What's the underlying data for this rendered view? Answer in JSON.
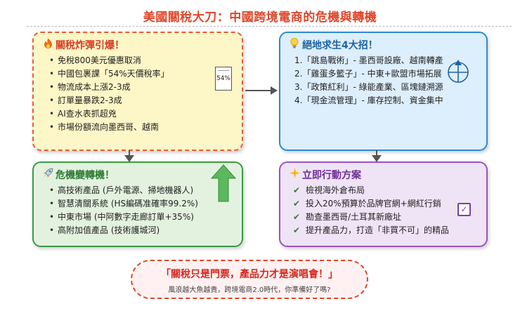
{
  "title": "美國關稅大刀：中國跨境電商的危機與轉機",
  "panels": {
    "impact": {
      "icon": "fire-icon",
      "heading": "關稅炸彈引爆！",
      "items": [
        "免稅800美元優惠取消",
        "中國包裹課「54%天價稅率」",
        "物流成本上漲2-3成",
        "訂單量暴跌2-3成",
        "AI查水表抓超兇",
        "市場份額流向墨西哥、越南"
      ],
      "badge_text": "54%"
    },
    "strategies": {
      "icon": "lightbulb-icon",
      "heading": "絕地求生4大招！",
      "items": [
        "1.「跳島戰術」- 墨西哥設廠、越南轉產",
        "2.「雞蛋多籃子」- 中東+歐盟市場拓展",
        "3.「政策紅利」- 綠能產業、區塊鏈溯源",
        "4.「現金流管理」- 庫存控制、資金集中"
      ]
    },
    "opportunity": {
      "icon": "rocket-icon",
      "heading": "危機變轉機！",
      "items": [
        "高技術產品 (戶外電源、掃地機器人)",
        "智慧清關系統 (HS編碼准確率99.2%)",
        "中東市場 (中阿數字走廊訂單+35%)",
        "高附加值產品 (技術護城河)"
      ]
    },
    "actions": {
      "icon": "sparkle-icon",
      "heading": "立即行動方案",
      "items": [
        "檢視海外倉布局",
        "投入20%預算於品牌官網+網紅行銷",
        "勘查墨西哥/土耳其新廠址",
        "提升產品力，打造「非買不可」的精品"
      ]
    }
  },
  "quote": {
    "main": "「關稅只是門票，產品力才是演唱會！」",
    "sub": "風浪越大魚越貴，跨境電商2.0時代，你準備好了嗎?"
  },
  "colors": {
    "title": "#e0462b",
    "impact_border": "#e95a3c",
    "strategies_border": "#2f88d4",
    "opportunity_border": "#3a9b43",
    "actions_border": "#9b52c1",
    "arrow": "#555555",
    "growth_arrow": "#5cb85c"
  }
}
